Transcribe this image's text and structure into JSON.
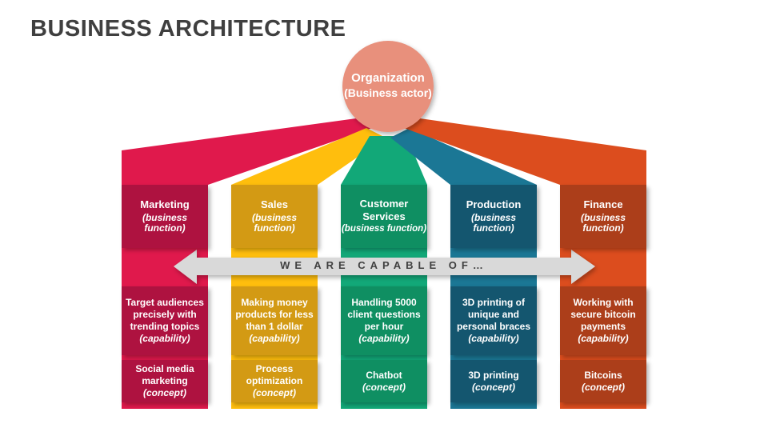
{
  "title": "BUSINESS ARCHITECTURE",
  "organization": {
    "name": "Organization",
    "subtitle": "(Business actor)",
    "color": "#E8907C"
  },
  "banner": {
    "text": "WE ARE CAPABLE OF…",
    "color": "#D9D9D9",
    "text_color": "#404040"
  },
  "columns": [
    {
      "name": "Marketing",
      "type_label": "(business function)",
      "capability": "Target audiences precisely with trending topics",
      "capability_label": "(capability)",
      "concept": "Social media marketing",
      "concept_label": "(concept)",
      "color_bright": "#E0194C",
      "color_dark": "#AE1240"
    },
    {
      "name": "Sales",
      "type_label": "(business function)",
      "capability": "Making money products for less than 1 dollar",
      "capability_label": "(capability)",
      "concept": "Process optimization",
      "concept_label": "(concept)",
      "color_bright": "#FFBE0D",
      "color_dark": "#D39A14"
    },
    {
      "name": "Customer Services",
      "type_label": "(business function)",
      "capability": "Handling 5000 client questions per hour",
      "capability_label": "(capability)",
      "concept": "Chatbot",
      "concept_label": "(concept)",
      "color_bright": "#12A878",
      "color_dark": "#0F8F62"
    },
    {
      "name": "Production",
      "type_label": "(business function)",
      "capability": "3D printing of unique and personal braces",
      "capability_label": "(capability)",
      "concept": "3D printing",
      "concept_label": "(concept)",
      "color_bright": "#1B7795",
      "color_dark": "#14566F"
    },
    {
      "name": "Finance",
      "type_label": "(business function)",
      "capability": "Working with secure bitcoin payments",
      "capability_label": "(capability)",
      "concept": "Bitcoins",
      "concept_label": "(concept)",
      "color_bright": "#DC4D1E",
      "color_dark": "#AC3E1A"
    }
  ]
}
